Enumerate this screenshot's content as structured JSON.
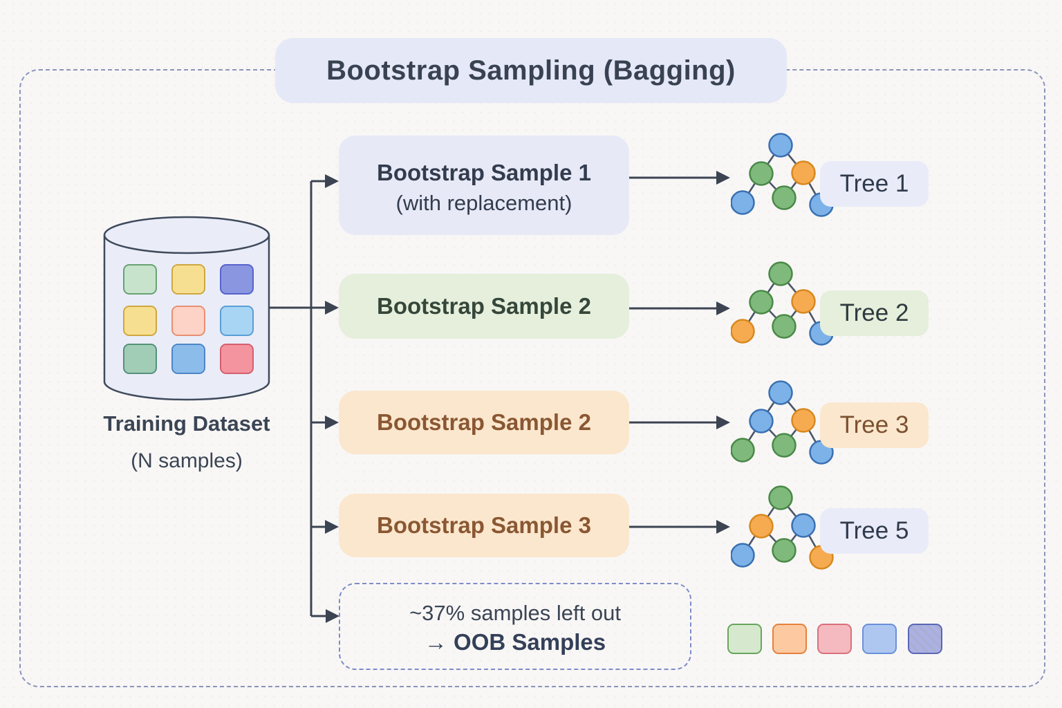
{
  "title": "Bootstrap Sampling (Bagging)",
  "dataset": {
    "label_line1": "Training Dataset",
    "label_line2": "(N samples)",
    "cylinder_fill": "#eaedf8",
    "cylinder_stroke": "#3f4a5c",
    "squares": [
      {
        "fill": "#c7e3cc",
        "stroke": "#69a273"
      },
      {
        "fill": "#f7df92",
        "stroke": "#cfa73f"
      },
      {
        "fill": "#8b96e0",
        "stroke": "#5663cc"
      },
      {
        "fill": "#f7df92",
        "stroke": "#cfa73f"
      },
      {
        "fill": "#fcd3c6",
        "stroke": "#e78f72"
      },
      {
        "fill": "#a8d5f3",
        "stroke": "#5a9ed6"
      },
      {
        "fill": "#a1cdb6",
        "stroke": "#55917a"
      },
      {
        "fill": "#8cbcea",
        "stroke": "#4c86c6"
      },
      {
        "fill": "#f3949f",
        "stroke": "#d55f6c"
      }
    ]
  },
  "samples": [
    {
      "label": "Bootstrap Sample 1",
      "sublabel": "(with replacement)",
      "bg": "#e7eaf6",
      "color": "#333c4e"
    },
    {
      "label": "Bootstrap Sample 2",
      "bg": "#e5efdc",
      "color": "#35463a"
    },
    {
      "label": "Bootstrap Sample 2",
      "bg": "#fbe7cd",
      "color": "#8a5733"
    },
    {
      "label": "Bootstrap Sample 3",
      "bg": "#fbe7cd",
      "color": "#8a5733"
    }
  ],
  "trees": [
    {
      "label": "Tree 1",
      "bg": "#e9ecf8",
      "color": "#303a4c",
      "nodes": [
        "blue",
        "green",
        "orange",
        "blue",
        "green",
        "blue"
      ]
    },
    {
      "label": "Tree 2",
      "bg": "#e5efdc",
      "color": "#2e3a3e",
      "nodes": [
        "green",
        "green",
        "orange",
        "orange",
        "green",
        "blue"
      ]
    },
    {
      "label": "Tree 3",
      "bg": "#fbe7cd",
      "color": "#7a5130",
      "nodes": [
        "blue",
        "blue",
        "orange",
        "green",
        "green",
        "blue"
      ]
    },
    {
      "label": "Tree 5",
      "bg": "#e9ecf8",
      "color": "#303a4c",
      "nodes": [
        "green",
        "orange",
        "blue",
        "blue",
        "green",
        "orange"
      ]
    }
  ],
  "node_colors": {
    "blue": {
      "fill": "#7db2e8",
      "stroke": "#3a70b2"
    },
    "green": {
      "fill": "#7fba7c",
      "stroke": "#4a8947"
    },
    "orange": {
      "fill": "#f6ab51",
      "stroke": "#d8881e"
    }
  },
  "oob": {
    "line1": "~37% samples left out",
    "line2": "→ OOB Samples"
  },
  "legend": {
    "squares": [
      {
        "fill": "#d6e9ce",
        "stroke": "#68a45c",
        "hatch": false
      },
      {
        "fill": "#fcc9a1",
        "stroke": "#e5813b",
        "hatch": false
      },
      {
        "fill": "#f4bac0",
        "stroke": "#d9707b",
        "hatch": false
      },
      {
        "fill": "#aec7f1",
        "stroke": "#6b90d9",
        "hatch": false
      },
      {
        "fill": "#abb1e3",
        "stroke": "#5b66b4",
        "hatch": true
      }
    ]
  },
  "colors": {
    "line": "#3c4452",
    "tree_edge": "#4b5568",
    "frame_dash": "#8a94bb",
    "oob_dash": "#7e8bc8",
    "title_bg": "#e5e8f6"
  }
}
